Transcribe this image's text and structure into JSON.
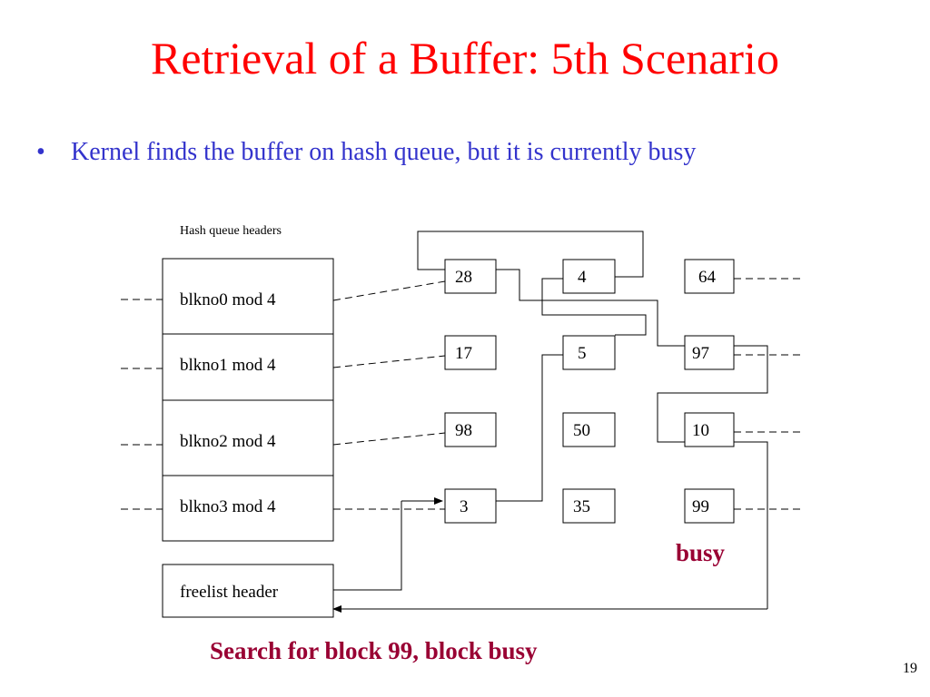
{
  "slide": {
    "title": "Retrieval of a Buffer: 5th Scenario",
    "bullet_glyph": "•",
    "bullet": "Kernel finds the buffer on hash queue, but  it is currently busy",
    "slide_number": "19"
  },
  "diagram": {
    "hash_queue_headers_label": "Hash queue headers",
    "headers": [
      "blkno0 mod 4",
      "blkno1 mod 4",
      "blkno2 mod 4",
      "blkno3 mod 4"
    ],
    "freelist_header": "freelist header",
    "buffers": [
      [
        "28",
        "4",
        "64"
      ],
      [
        "17",
        "5",
        "97"
      ],
      [
        "98",
        "50",
        "10"
      ],
      [
        "3",
        "35",
        "99"
      ]
    ],
    "busy_label": "busy",
    "caption": "Search for block 99, block busy",
    "colors": {
      "title": "#ff0000",
      "bullet": "#3333cc",
      "busy": "#990033",
      "caption": "#990033",
      "lines": "#000000"
    }
  }
}
